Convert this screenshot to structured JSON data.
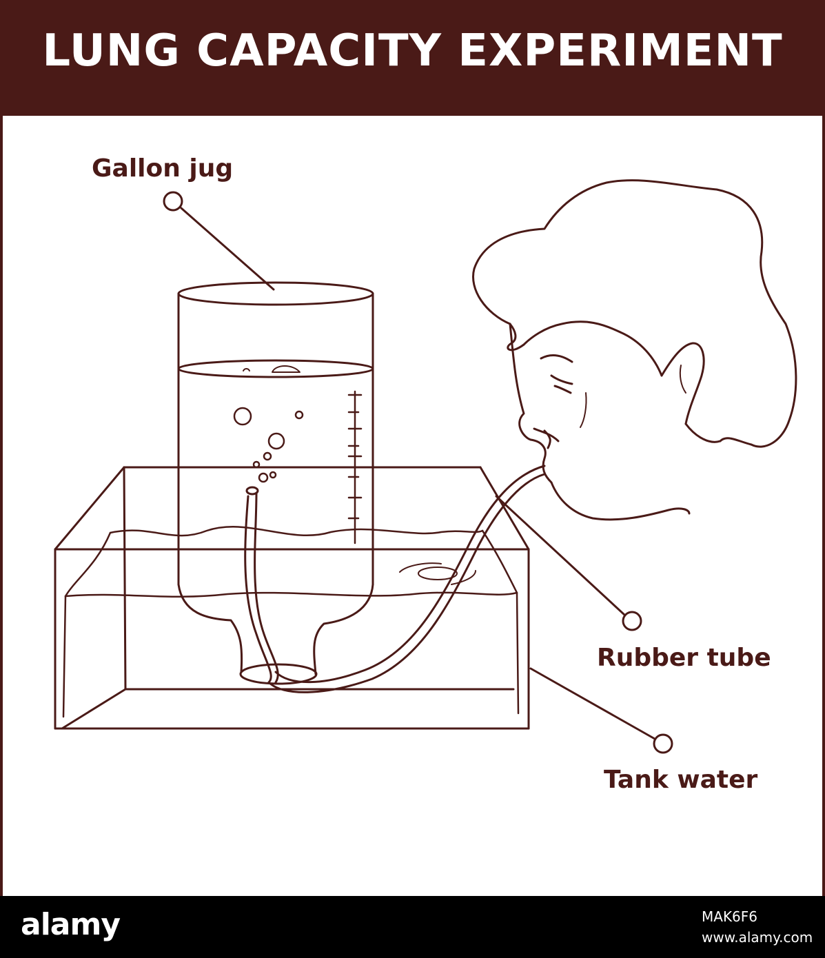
{
  "title": "LUNG CAPACITY EXPERIMENT",
  "labels": {
    "gallon_jug": "Gallon jug",
    "rubber_tube": "Rubber tube",
    "tank_water": "Tank water"
  },
  "footer": {
    "brand": "alamy",
    "stock_id": "MAK6F6",
    "site": "www.alamy.com"
  },
  "colors": {
    "brand_brown": "#4a1a17",
    "line": "#4a1a17",
    "background": "#ffffff",
    "footer": "#000000"
  }
}
